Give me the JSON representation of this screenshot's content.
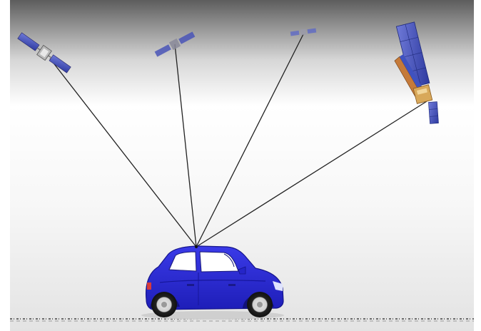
{
  "scene": {
    "background": {
      "top_color": "#5d5d5d",
      "mid_color": "#ffffff",
      "bottom_color": "#e7e7e7"
    },
    "vehicle": {
      "type": "hatchback car",
      "body_color": "#2f2fe0",
      "accent_color": "#1b1b9e"
    },
    "satellites": [
      {
        "id": "sat-1",
        "panel_color": "#4a55b8"
      },
      {
        "id": "sat-2",
        "panel_color": "#4a55b8"
      },
      {
        "id": "sat-3",
        "panel_color": "#5a66c8"
      },
      {
        "id": "sat-4",
        "panel_color": "#3f52c0",
        "body_color": "#d8a85a"
      }
    ],
    "signal_line_color": "#222222",
    "signal_line_count": 4
  }
}
